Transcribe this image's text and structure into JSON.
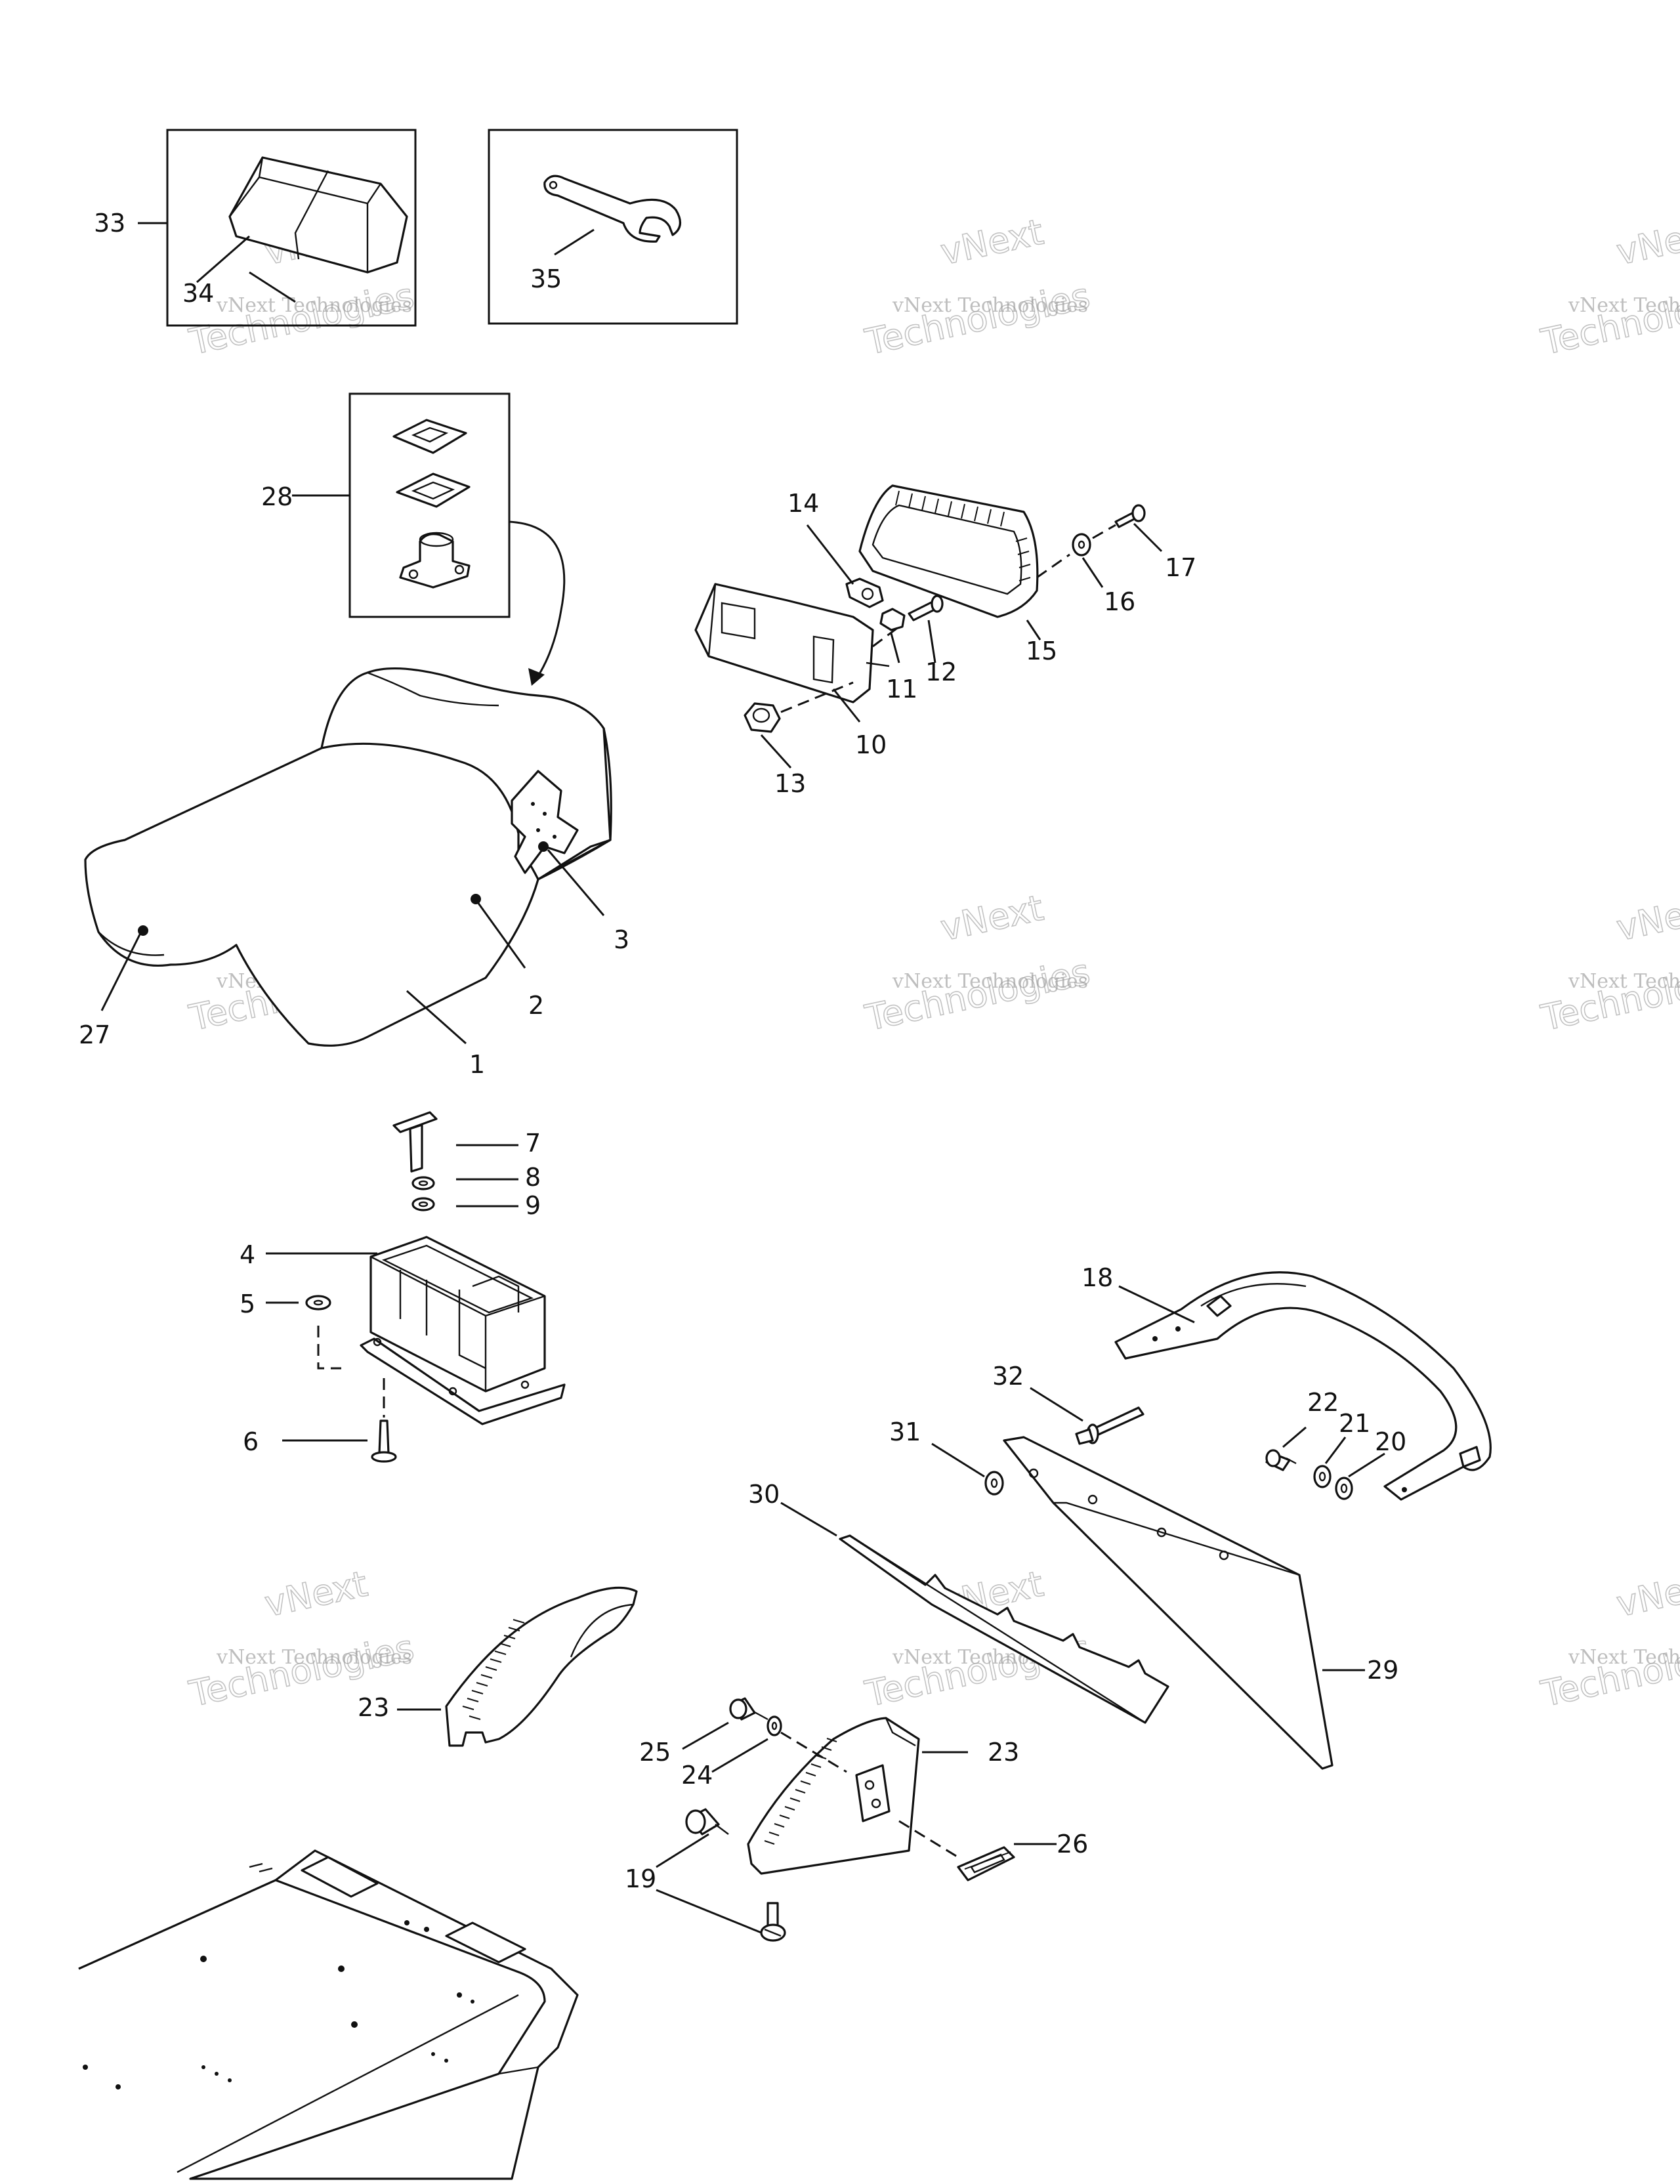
{
  "colors": {
    "ink": "#111111",
    "paper": "#ffffff",
    "watermark": "#8a8a8a"
  },
  "watermark": {
    "line1": "vNext",
    "line2": "vNext Technologies",
    "line3": "Technologies"
  },
  "callouts": [
    "1",
    "2",
    "3",
    "4",
    "5",
    "6",
    "7",
    "8",
    "9",
    "10",
    "11",
    "12",
    "13",
    "14",
    "15",
    "16",
    "17",
    "18",
    "19",
    "20",
    "21",
    "22",
    "23",
    "23",
    "24",
    "25",
    "26",
    "27",
    "28",
    "29",
    "30",
    "31",
    "32",
    "33",
    "34",
    "35"
  ]
}
